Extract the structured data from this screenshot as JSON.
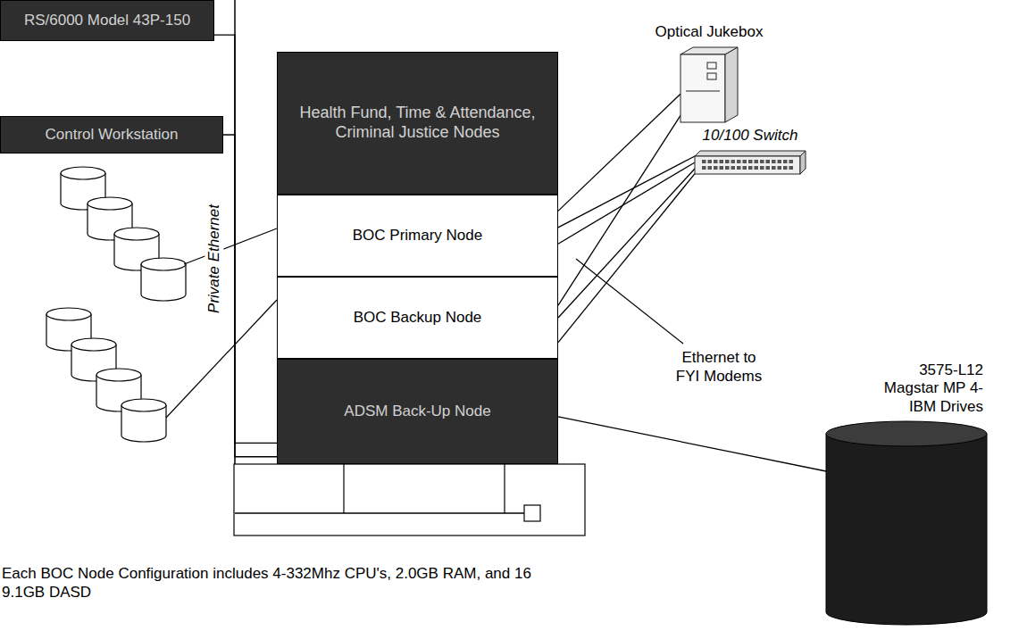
{
  "diagram": {
    "nodes": [
      {
        "text": [
          "RS/6000 Model 43P-150"
        ]
      },
      {
        "text": [
          "Control Workstation"
        ]
      },
      {
        "text": [
          "Health Fund, Time & Attendance, Criminal Justice Nodes"
        ]
      },
      {
        "text": [
          "BOC Primary Node"
        ]
      },
      {
        "text": [
          "BOC Backup Node"
        ]
      },
      {
        "text": [
          "ADSM Back-Up Node"
        ]
      },
      {
        "text": [
          "Optical Jukebox"
        ]
      },
      {
        "text": [
          "10/100 Switch"
        ]
      },
      {
        "text": [
          "3575-L12 Magstar MP 4-IBM Drives"
        ]
      }
    ],
    "edges": [
      {
        "from": 0,
        "to": 5,
        "arrow": "none"
      },
      {
        "from": 1,
        "to": 5,
        "arrow": "none"
      },
      {
        "from": 3,
        "to": 6,
        "arrow": "none"
      },
      {
        "from": 4,
        "to": 6,
        "arrow": "none"
      },
      {
        "from": 3,
        "to": 7,
        "arrow": "none"
      },
      {
        "from": 3,
        "to": 7,
        "arrow": "none"
      },
      {
        "from": 4,
        "to": 7,
        "arrow": "none"
      },
      {
        "from": 4,
        "to": 7,
        "arrow": "none"
      },
      {
        "from": 5,
        "to": 8,
        "arrow": "none"
      }
    ],
    "labels": [
      "Private Ethernet",
      "Ethernet to FYI Modems",
      "Each BOC Node Configuration includes 4-332Mhz CPU's, 2.0GB RAM, and 16 9.1GB DASD"
    ]
  }
}
